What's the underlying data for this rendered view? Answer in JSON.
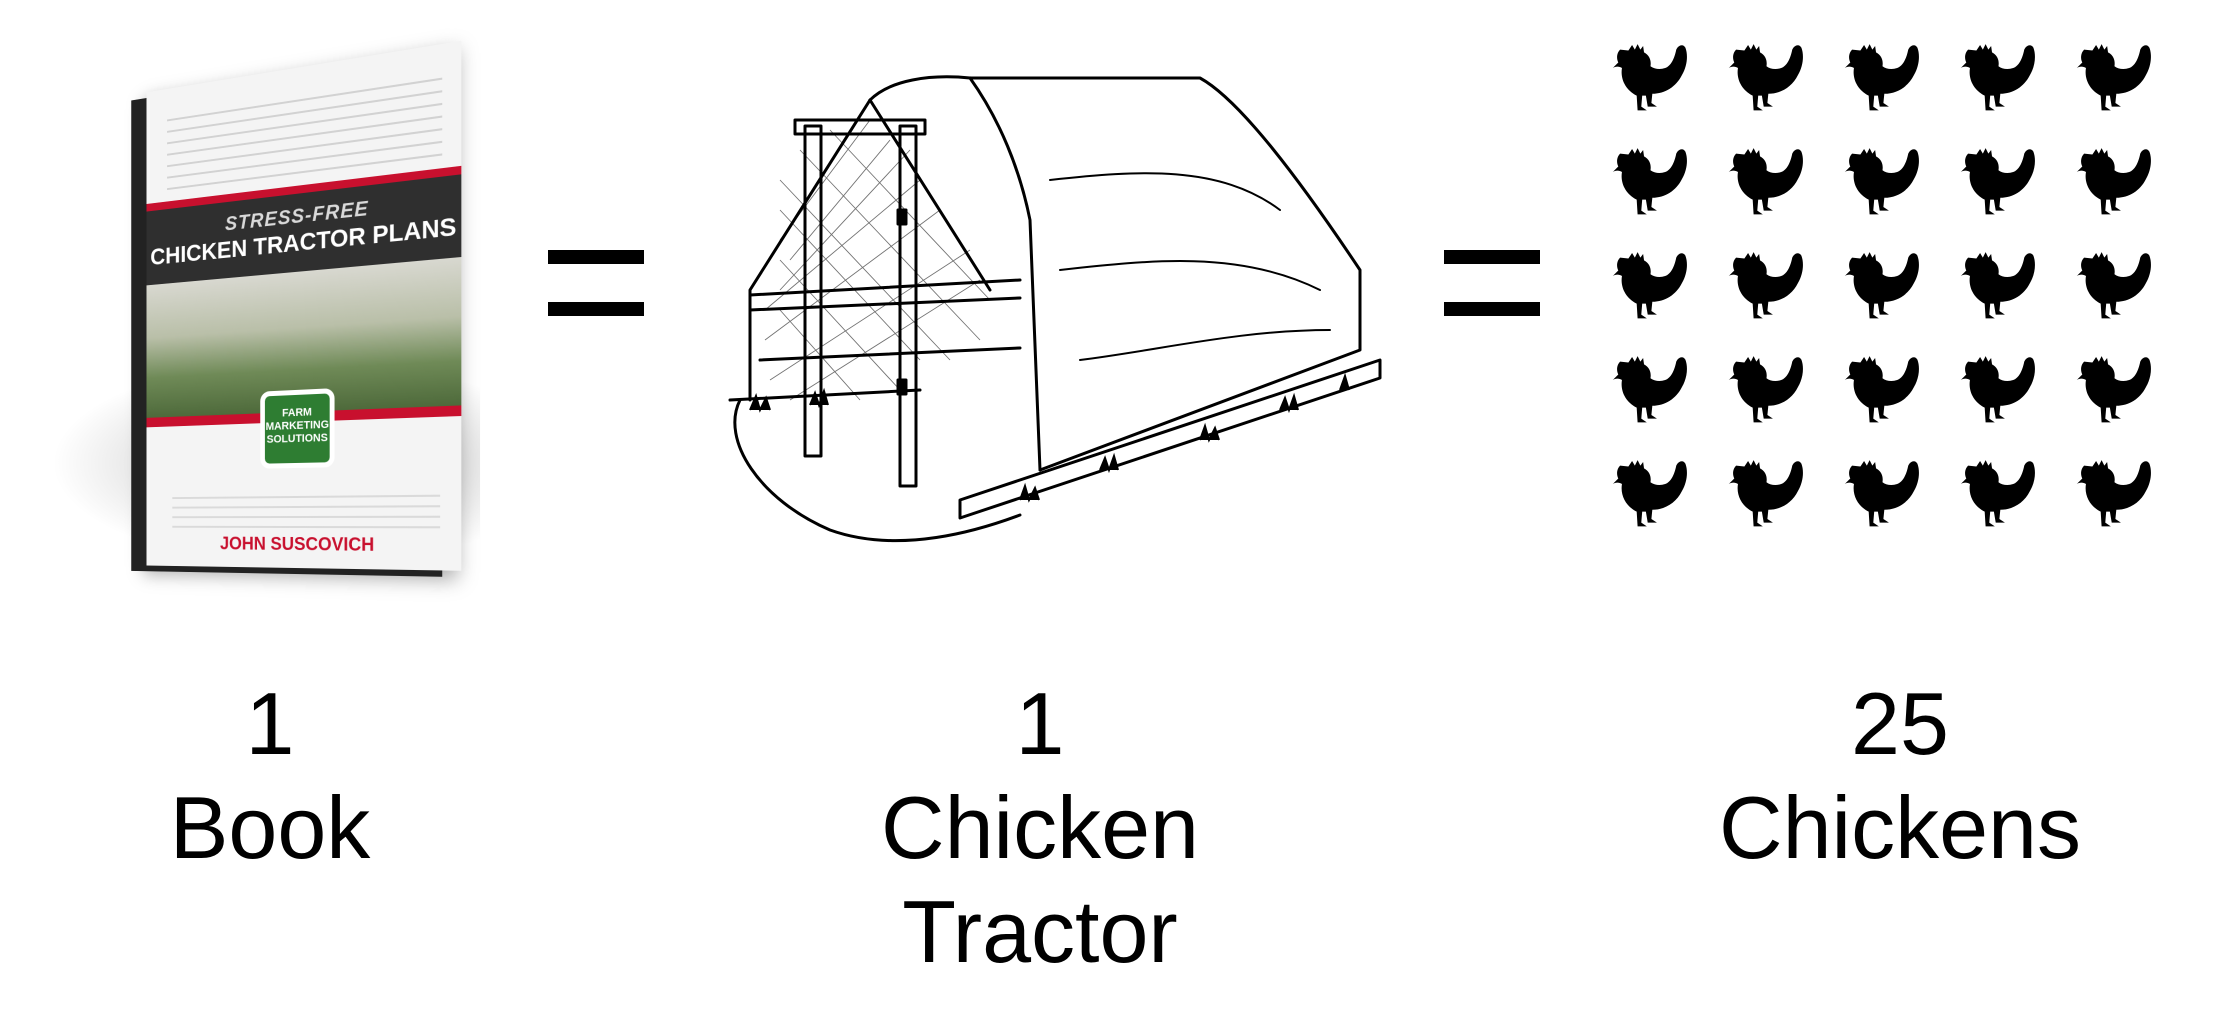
{
  "book": {
    "cover_title_top": "STRESS-FREE",
    "cover_title_main": "CHICKEN TRACTOR PLANS",
    "cover_logo": "FARM MARKETING SOLUTIONS",
    "cover_author": "JOHN SUSCOVICH"
  },
  "items": [
    {
      "count": "1",
      "name": "Book"
    },
    {
      "count": "1",
      "name": "Chicken",
      "name2": "Tractor"
    },
    {
      "count": "25",
      "name": "Chickens"
    }
  ],
  "equals": [
    "=",
    "="
  ],
  "icons": {
    "book": "book-cover-icon",
    "tractor": "chicken-tractor-illustration",
    "chicken": "chicken-silhouette-icon"
  },
  "chicken_count": 25
}
